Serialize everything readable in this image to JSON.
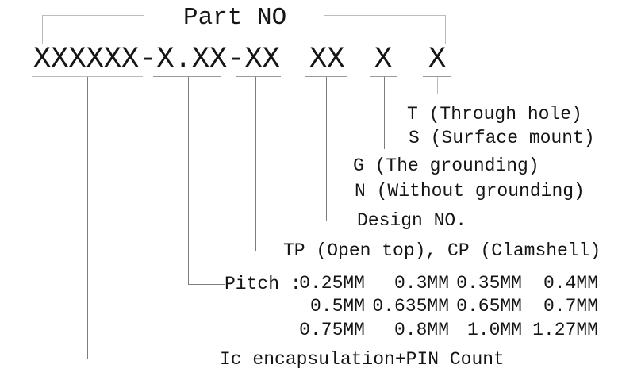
{
  "title": "Part NO",
  "part_number": {
    "main": "XXXXXX-X.XX-XX",
    "design_no": "XX",
    "grounding": "X",
    "mount": "X"
  },
  "labels": {
    "mount_options": [
      "T (Through hole)",
      "S (Surface mount)"
    ],
    "grounding_options": [
      "G (The grounding)",
      "N (Without grounding)"
    ],
    "design": "Design NO.",
    "top_style": "TP (Open top), CP (Clamshell)",
    "pitch_label": "Pitch :",
    "encapsulation": "Ic encapsulation+PIN Count"
  },
  "pitch": {
    "rows": [
      [
        "0.25MM",
        "0.3MM",
        "0.35MM",
        "0.4MM"
      ],
      [
        "0.5MM",
        "0.635MM",
        "0.65MM",
        "0.7MM"
      ],
      [
        "0.75MM",
        "0.8MM",
        "1.0MM",
        "1.27MM"
      ]
    ]
  },
  "colors": {
    "text": "#151515",
    "line": "#7d7d7d",
    "line_light": "#bcbcbc"
  }
}
